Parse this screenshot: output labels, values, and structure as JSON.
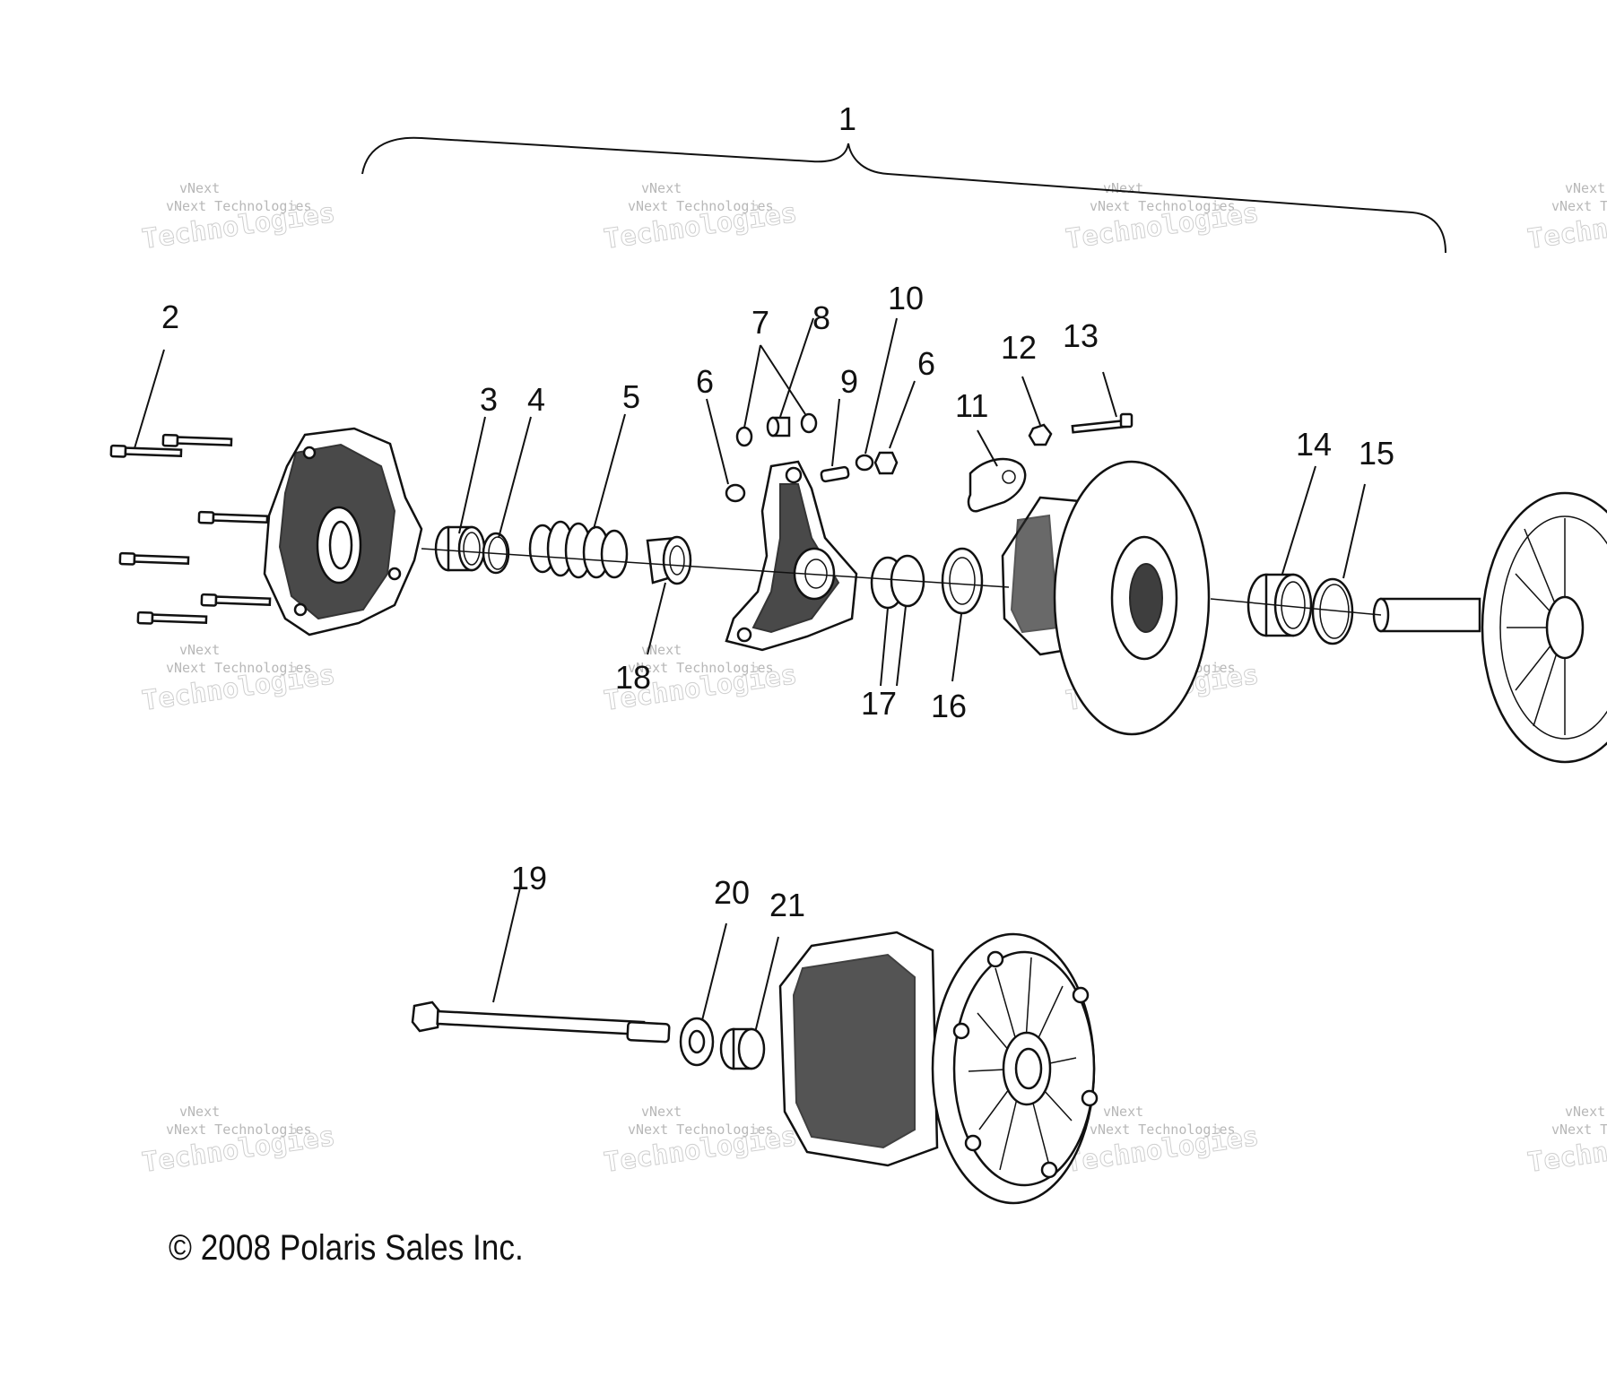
{
  "diagram": {
    "assembly_label": "1",
    "callouts": [
      {
        "id": "2",
        "label": "2"
      },
      {
        "id": "3",
        "label": "3"
      },
      {
        "id": "4",
        "label": "4"
      },
      {
        "id": "5",
        "label": "5"
      },
      {
        "id": "6a",
        "label": "6"
      },
      {
        "id": "7",
        "label": "7"
      },
      {
        "id": "8",
        "label": "8"
      },
      {
        "id": "9",
        "label": "9"
      },
      {
        "id": "10",
        "label": "10"
      },
      {
        "id": "6b",
        "label": "6"
      },
      {
        "id": "11",
        "label": "11"
      },
      {
        "id": "12",
        "label": "12"
      },
      {
        "id": "13",
        "label": "13"
      },
      {
        "id": "14",
        "label": "14"
      },
      {
        "id": "15",
        "label": "15"
      },
      {
        "id": "16",
        "label": "16"
      },
      {
        "id": "17",
        "label": "17"
      },
      {
        "id": "18",
        "label": "18"
      },
      {
        "id": "19",
        "label": "19"
      },
      {
        "id": "20",
        "label": "20"
      },
      {
        "id": "21",
        "label": "21"
      }
    ],
    "watermark": {
      "line1": "vNext",
      "line2": "vNext Technologies",
      "line3": "Technologies"
    },
    "copyright": "© 2008 Polaris Sales Inc."
  }
}
